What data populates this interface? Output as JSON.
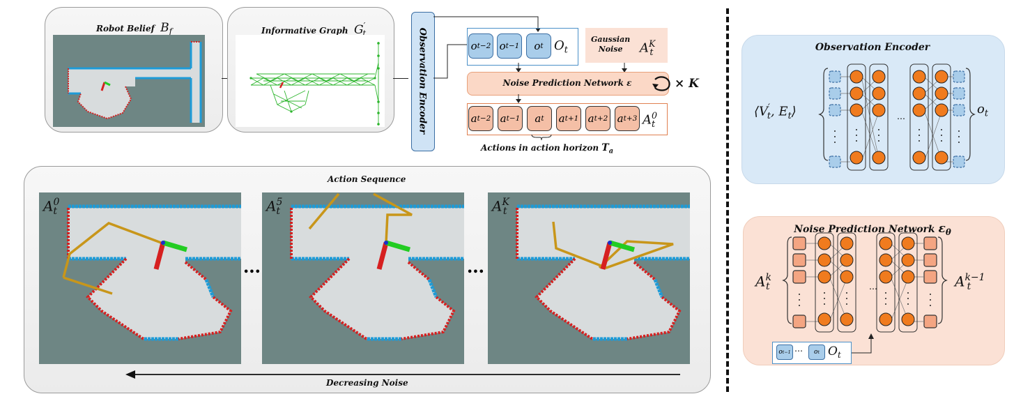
{
  "pipeline": {
    "belief_title": "Robot Belief",
    "belief_symbol": "B",
    "belief_symbol_sub": "f",
    "graph_title": "Informative Graph",
    "graph_symbol": "G",
    "graph_symbol_sup": "′",
    "graph_symbol_sub": "t",
    "encoder_label": "Observation Encoder",
    "observations": [
      {
        "base": "o",
        "sub": "t−2"
      },
      {
        "base": "o",
        "sub": "t−1"
      },
      {
        "base": "o",
        "sub": "t"
      }
    ],
    "obs_set": {
      "base": "O",
      "sub": "t"
    },
    "noise_label_line1": "Gaussian",
    "noise_label_line2": "Noise",
    "noise_symbol": {
      "base": "A",
      "sub": "t",
      "sup": "K"
    },
    "npn_label": "Noise Prediction Network ε",
    "repeat_label": "× K",
    "actions": [
      {
        "base": "a",
        "sub": "t−2"
      },
      {
        "base": "a",
        "sub": "t−1"
      },
      {
        "base": "a",
        "sub": "t"
      },
      {
        "base": "a",
        "sub": "t+1"
      },
      {
        "base": "a",
        "sub": "t+2"
      },
      {
        "base": "a",
        "sub": "t+3"
      }
    ],
    "action_set": {
      "base": "A",
      "sub": "t",
      "sup": "0"
    },
    "horizon_label": "Actions in action horizon",
    "horizon_symbol": {
      "base": "T",
      "sub": "a"
    }
  },
  "sequence": {
    "title": "Action Sequence",
    "frames": [
      {
        "base": "A",
        "sub": "t",
        "sup": "0"
      },
      {
        "base": "A",
        "sub": "t",
        "sup": "5"
      },
      {
        "base": "A",
        "sub": "t",
        "sup": "K"
      }
    ],
    "ellipsis": "•••",
    "arrow_label": "Decreasing Noise"
  },
  "encoder_detail": {
    "title": "Observation Encoder",
    "input_label": "⟨V′, E⟩",
    "input_v": "V",
    "input_v_sup": "′",
    "input_v_sub": "t",
    "input_e": "E",
    "input_e_sub": "t",
    "output": {
      "base": "o",
      "sub": "t"
    },
    "dots": "…"
  },
  "npn_detail": {
    "title": "Noise Prediction Network",
    "title_symbol": "ε",
    "title_symbol_sub": "θ",
    "input": {
      "base": "A",
      "sub": "t",
      "sup": "k"
    },
    "output": {
      "base": "A",
      "sub": "t",
      "sup": "k−1"
    },
    "cond_obs": [
      {
        "base": "o",
        "sub": "t−1"
      },
      {
        "base": "o",
        "sub": "t"
      }
    ],
    "cond_dots": "⋯",
    "cond_set": {
      "base": "O",
      "sub": "t"
    },
    "dots": "…"
  },
  "colors": {
    "obs_blue": "#a9cdea",
    "act_orange": "#f4bfa6",
    "node_orange": "#f07b1e",
    "encoder_bg": "#d9e9f7",
    "npn_bg": "#fbe1d5",
    "map_dark": "#6e8684",
    "map_free": "#d8dcdd",
    "wall_blue": "#1e9bd7",
    "frontier_red": "#d62020",
    "path_gold": "#c8961a"
  }
}
